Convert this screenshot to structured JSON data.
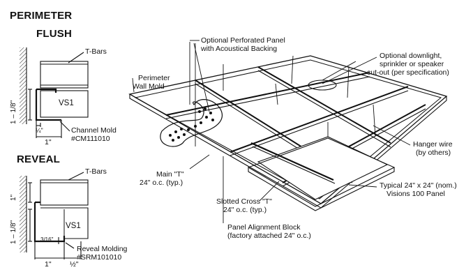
{
  "headings": {
    "perimeter": "PERIMETER",
    "flush": "FLUSH",
    "reveal": "REVEAL"
  },
  "flush": {
    "t_bars": "T-Bars",
    "vs": "VS1",
    "height_dim": "1 – 1/8\"",
    "quarter_dim": "¼\"",
    "one_dim": "1\"",
    "molding_name": "Channel Mold",
    "molding_code": "#CM111010"
  },
  "reveal": {
    "t_bars": "T-Bars",
    "vs": "VS1",
    "one_dim_v": "1\"",
    "height_dim": "1 – 1/8\"",
    "small_dim": "3/16\"",
    "one_dim": "1\"",
    "half_dim": "½\"",
    "molding_name": "Reveal Molding",
    "molding_code": "#SRM101010"
  },
  "callouts": {
    "perforated_1": "Optional Perforated Panel",
    "perforated_2": "with Acoustical Backing",
    "downlight_1": "Optional downlight,",
    "downlight_2": "sprinkler or speaker",
    "downlight_3": "cut-out (per specification)",
    "perimeter_1": "Perimeter",
    "perimeter_2": "Wall Mold",
    "hanger_1": "Hanger wire",
    "hanger_2": "(by others)",
    "main_1": "Main \"T\"",
    "main_2": "24\" o.c. (typ.)",
    "cross_1": "Slotted Cross \"T\"",
    "cross_2": "24\" o.c. (typ.)",
    "panel_1": "Typical 24\" x 24\" (nom.)",
    "panel_2": "Visions 100 Panel",
    "align_1": "Panel Alignment Block",
    "align_2": "(factory attached 24\" o.c.)"
  }
}
